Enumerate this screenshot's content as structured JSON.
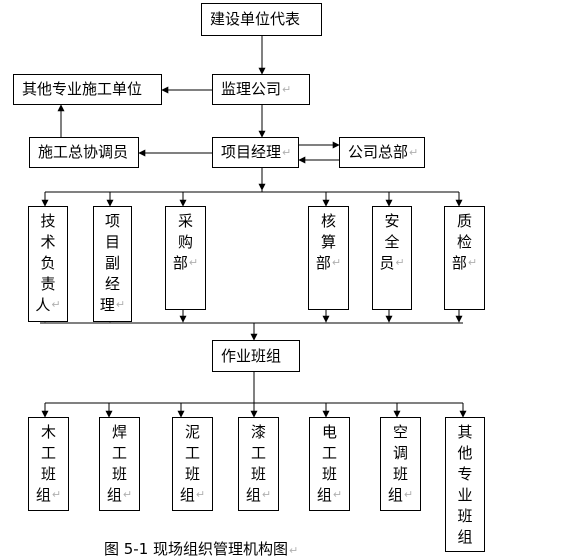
{
  "boxes": {
    "owner_rep": "建设单位代表",
    "supervisor": "监理公司",
    "other_units": "其他专业施工单位",
    "coordinator": "施工总协调员",
    "project_manager": "项目经理",
    "head_office": "公司总部",
    "work_team": "作业班组"
  },
  "departments": [
    "技术负责人",
    "项目副经理",
    "采购部",
    "核算部",
    "安全员",
    "质检部"
  ],
  "teams": [
    "木工班组",
    "焊工班组",
    "泥工班组",
    "漆工班组",
    "电工班组",
    "空调班组",
    "其他专业班组"
  ],
  "caption": "图 5-1  现场组织管理机构图",
  "paragraph_mark": "↵",
  "colors": {
    "line": "#000000",
    "paragraph_mark": "#b0b0b0"
  }
}
